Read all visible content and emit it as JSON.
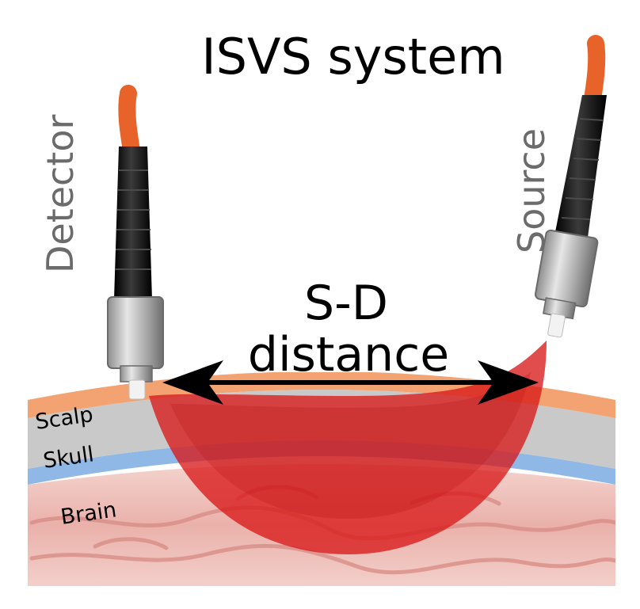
{
  "title": "ISVS system",
  "labels": {
    "detector": "Detector",
    "source": "Source",
    "sd_line1": "S-D",
    "sd_line2": "distance"
  },
  "layers": {
    "scalp": "Scalp",
    "skull": "Skull",
    "brain": "Brain"
  },
  "colors": {
    "scalp": "#f2a371",
    "skull": "#c9c9c9",
    "csf": "#8fb8e6",
    "brain": "#efc3bd",
    "light_path": "#d91a1a",
    "fiber_jacket": "#e8632a",
    "boot": "#1c1c1c",
    "connector": "#b9b9b9",
    "arrow": "#000000"
  }
}
